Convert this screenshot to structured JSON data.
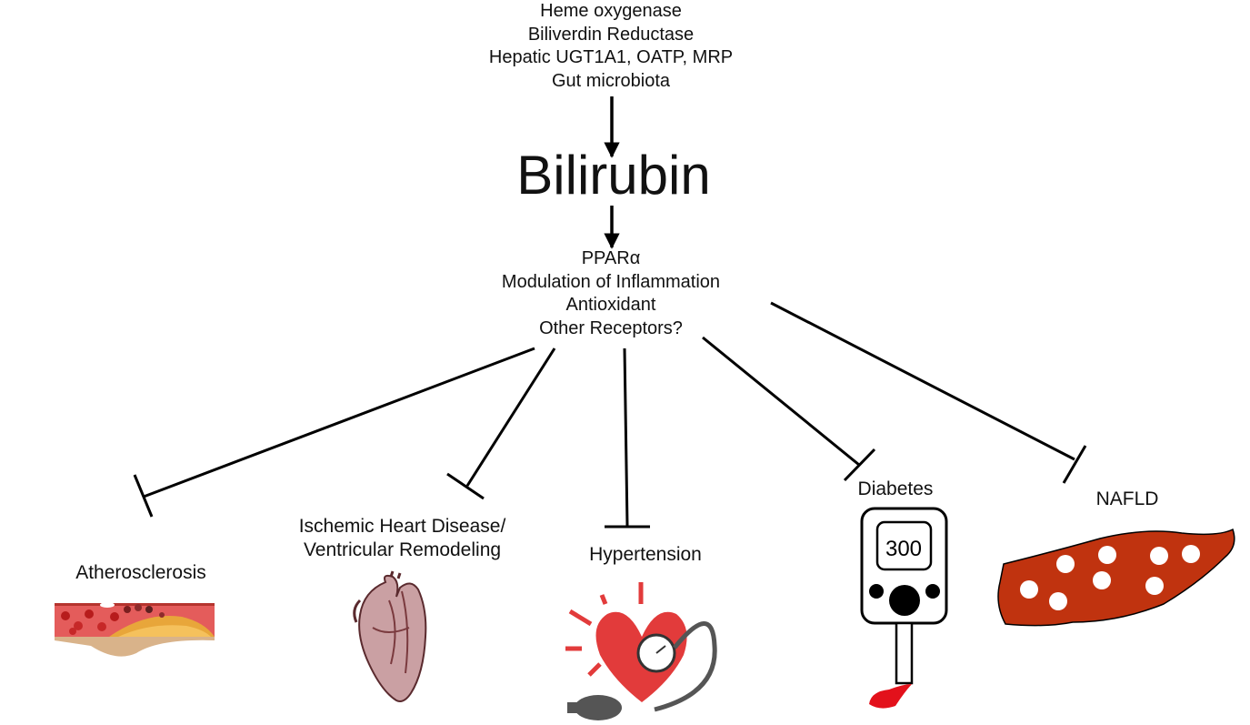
{
  "upstream": {
    "lines": [
      "Heme oxygenase",
      "Biliverdin Reductase",
      "Hepatic UGT1A1, OATP, MRP",
      "Gut microbiota"
    ]
  },
  "central": {
    "title": "Bilirubin"
  },
  "mechanisms": {
    "lines": [
      "PPARα",
      "Modulation of Inflammation",
      "Antioxidant",
      "Other Receptors?"
    ]
  },
  "outcomes": {
    "atherosclerosis": "Atherosclerosis",
    "ischemic_line1": "Ischemic Heart Disease/",
    "ischemic_line2": "Ventricular Remodeling",
    "hypertension": "Hypertension",
    "diabetes": "Diabetes",
    "nafld": "NAFLD"
  },
  "glucometer": {
    "reading": "300"
  },
  "colors": {
    "liver": "#c0330f",
    "heart_red": "#e23b3b",
    "blood": "#e3111b",
    "line": "#000000"
  }
}
